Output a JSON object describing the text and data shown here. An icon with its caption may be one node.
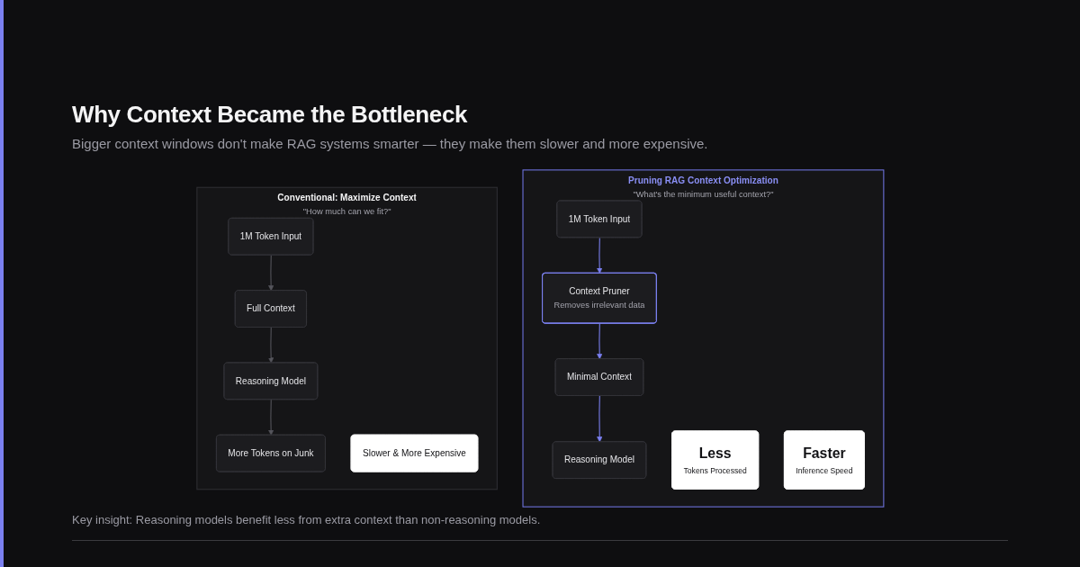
{
  "diagram": {
    "title": "Why Context Became the Bottleneck",
    "caption": "Key insight: Reasoning models benefit less from extra context than non-reasoning models.",
    "nodes": [
      {
        "text": [
          "Conventional: Maximize Context",
          "\"How much can we fit?\""
        ]
      },
      {
        "text": [
          "1M Token Input"
        ],
        "in": 0
      },
      {
        "text": [
          "Full Context"
        ],
        "in": 0
      },
      {
        "text": [
          "Reasoning Model"
        ],
        "in": 0
      },
      {
        "text": [
          "More Tokens on Junk"
        ],
        "in": 0
      },
      {
        "text": [
          "Slower & More Expensive"
        ],
        "in": 0
      },
      {
        "text": [
          "Pruning RAG Context Optimization",
          "\"What's the minimum useful context?\""
        ]
      },
      {
        "text": [
          "1M Token Input"
        ],
        "in": 6
      },
      {
        "text": [
          "Context Pruner",
          "Removes irrelevant data"
        ],
        "in": 6
      },
      {
        "text": [
          "Minimal Context"
        ],
        "in": 6
      },
      {
        "text": [
          "Reasoning Model"
        ],
        "in": 6
      },
      {
        "text": [
          "Less",
          "Tokens Processed"
        ],
        "in": 6
      },
      {
        "text": [
          "Faster",
          "Inference Speed"
        ],
        "in": 6
      }
    ],
    "edges": [
      {
        "from": 1,
        "to": 2,
        "arrow": "to"
      },
      {
        "from": 2,
        "to": 3,
        "arrow": "to"
      },
      {
        "from": 3,
        "to": 4,
        "arrow": "to"
      },
      {
        "from": 7,
        "to": 8,
        "arrow": "to",
        "color": "#7b80f0"
      },
      {
        "from": 8,
        "to": 9,
        "arrow": "to",
        "color": "#7b80f0"
      },
      {
        "from": 9,
        "to": 10,
        "arrow": "to",
        "color": "#7b80f0"
      }
    ],
    "labels": [
      "Bigger context windows don't make RAG systems smarter — they make them slower and more expensive."
    ]
  }
}
